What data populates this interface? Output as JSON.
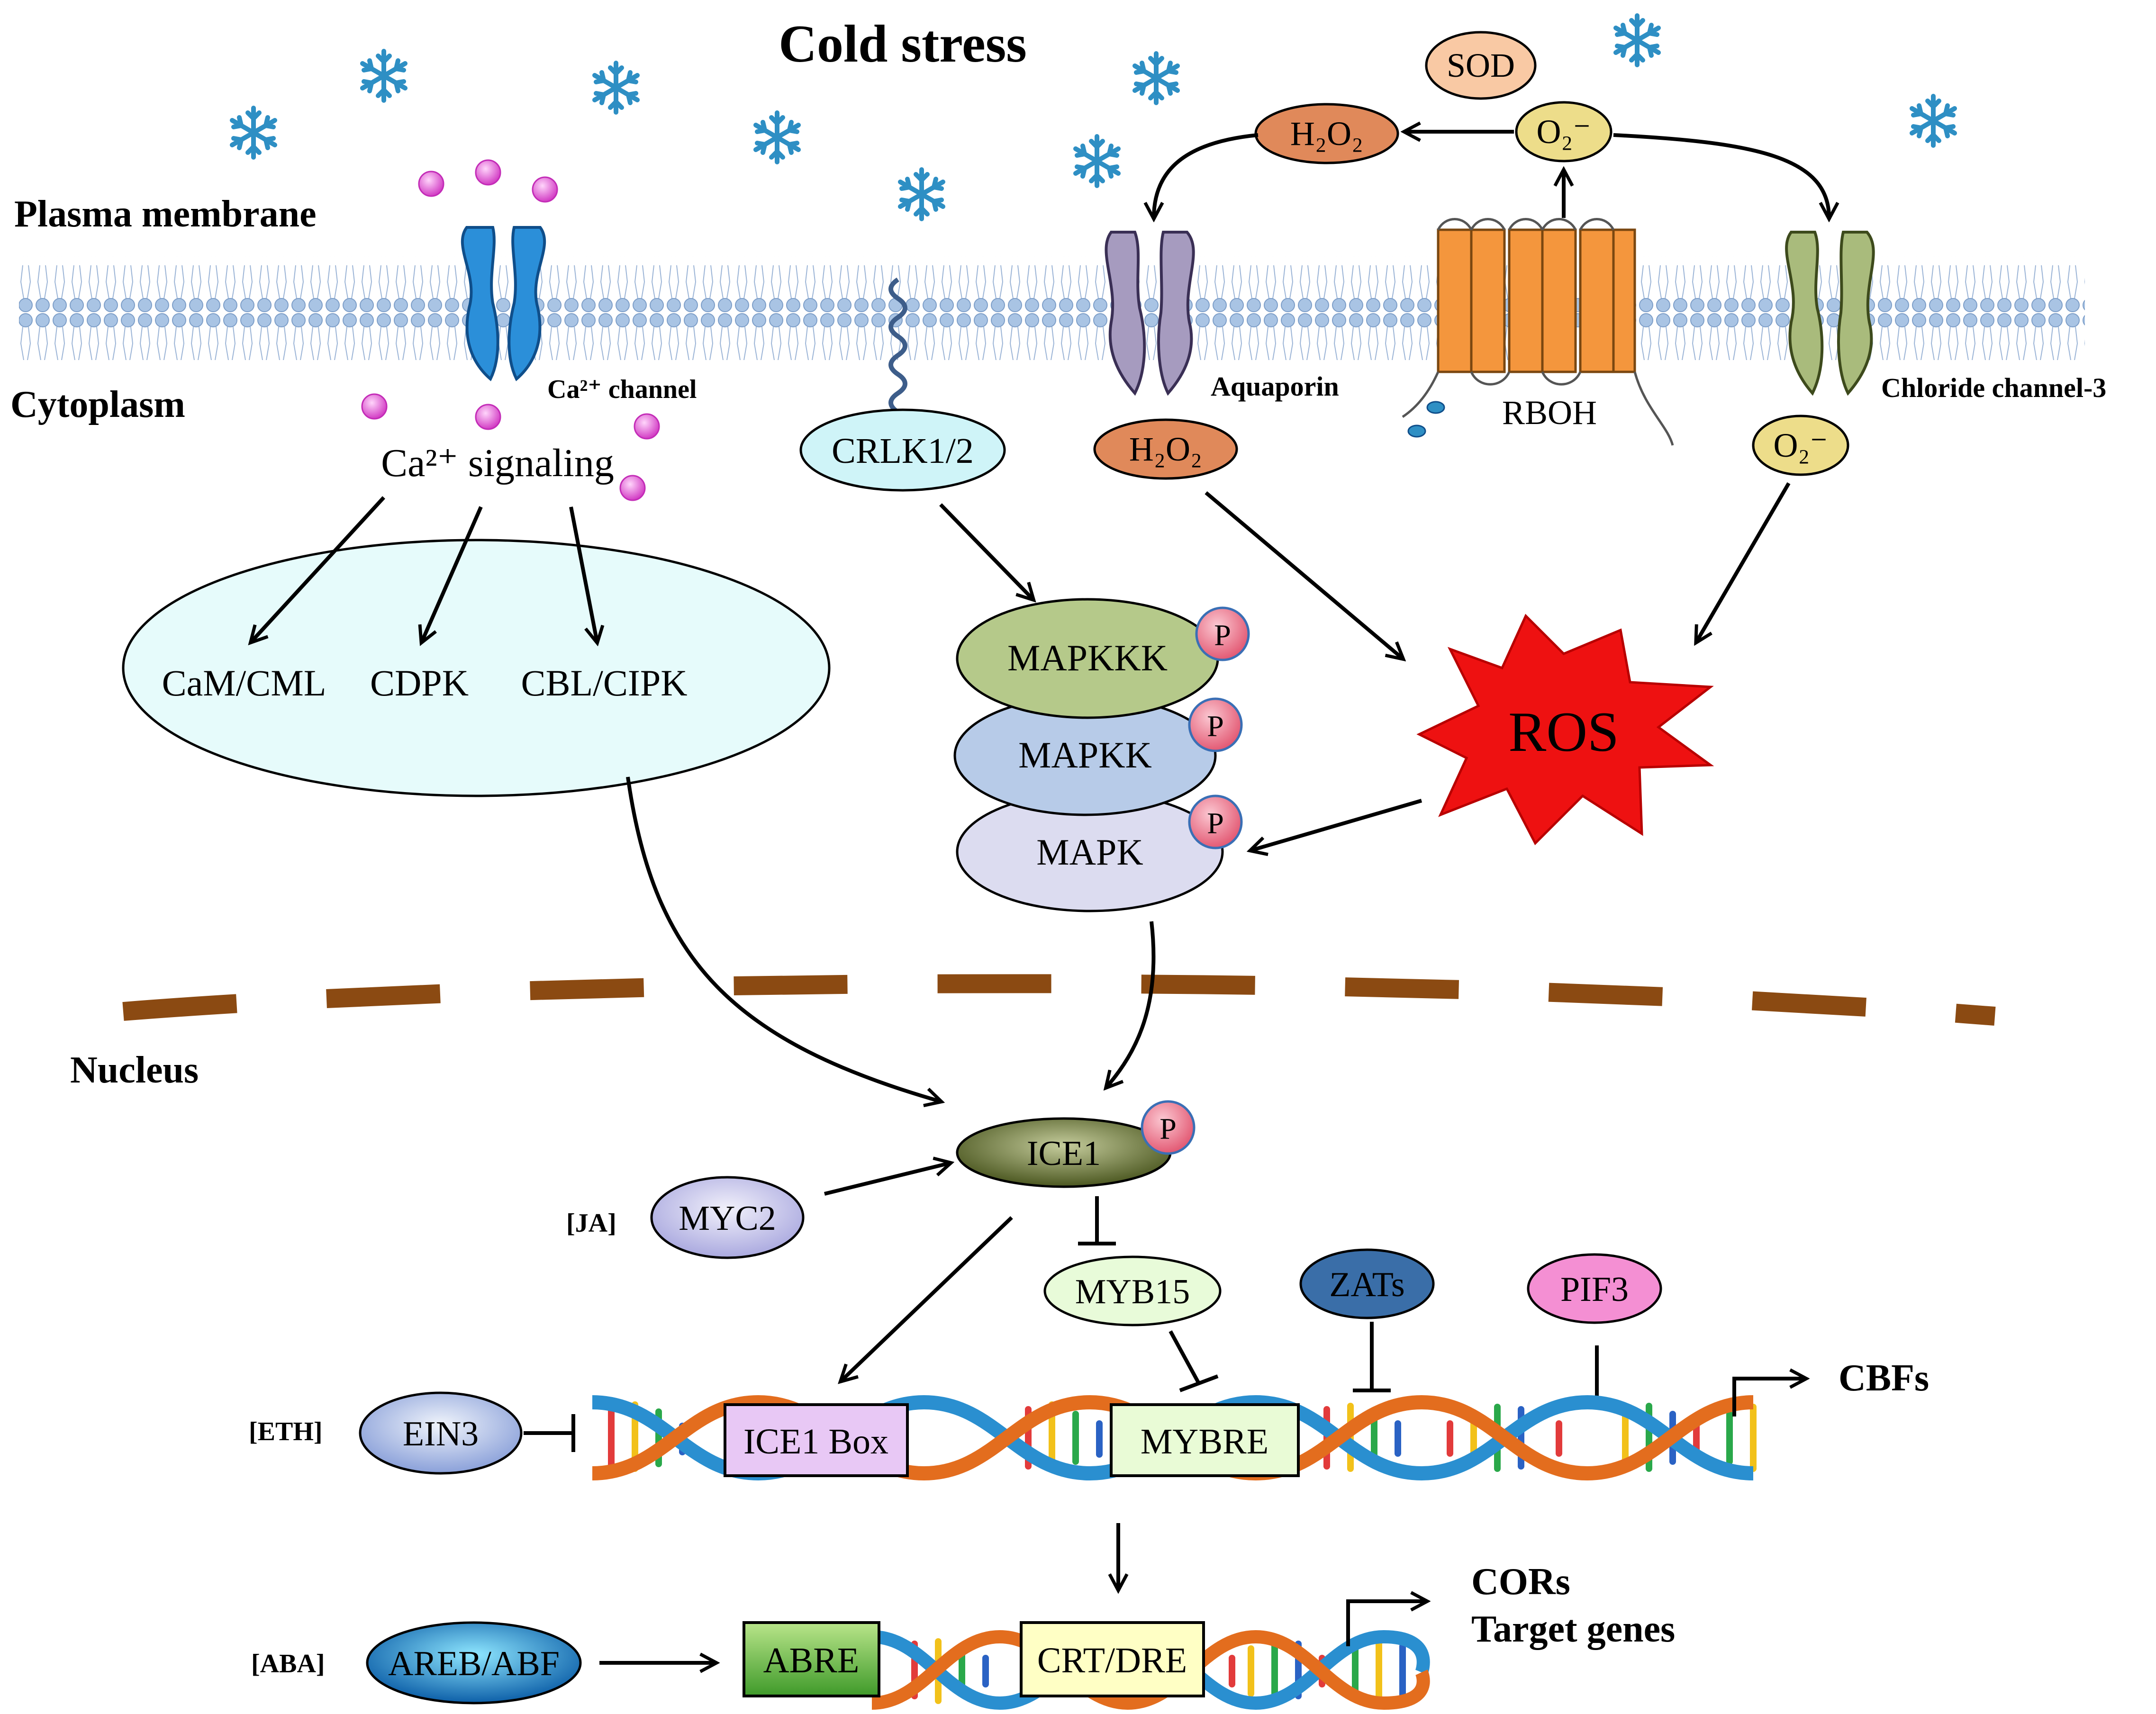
{
  "title": "Cold stress",
  "regions": {
    "plasma_membrane": "Plasma membrane",
    "cytoplasm": "Cytoplasm",
    "nucleus": "Nucleus"
  },
  "channels": {
    "ca_channel": "Ca²⁺ channel",
    "aquaporin": "Aquaporin",
    "chloride_channel": "Chloride channel-3",
    "rboh": "RBOH",
    "crlk": "CRLK1/2"
  },
  "ros_species": {
    "sod": "SOD",
    "h2o2": "H₂O₂",
    "o2": "O₂⁻",
    "ros": "ROS"
  },
  "calcium": {
    "signaling": "Ca²⁺ signaling",
    "sensors": [
      "CaM/CML",
      "CDPK",
      "CBL/CIPK"
    ]
  },
  "mapk_cascade": [
    "MAPKKK",
    "MAPKK",
    "MAPK"
  ],
  "phospho": "P",
  "nuclear": {
    "ice1": "ICE1",
    "myc2": "MYC2",
    "myb15": "MYB15",
    "zats": "ZATs",
    "pif3": "PIF3",
    "ein3": "EIN3",
    "areb": "AREB/ABF"
  },
  "hormones": {
    "ja": "[JA]",
    "eth": "[ETH]",
    "aba": "[ABA]"
  },
  "promoter_boxes": {
    "ice1_box": "ICE1 Box",
    "mybre": "MYBRE",
    "abre": "ABRE",
    "crt_dre": "CRT/DRE"
  },
  "outputs": {
    "cbfs": "CBFs",
    "cors": "CORs",
    "target_genes": "Target genes"
  },
  "colors": {
    "membrane": "#a9c4e4",
    "nuclear_envelope": "#8b4a12",
    "snowflake": "#2e8fc4",
    "calcium_ion": "#e64fd8",
    "ros_star": "#ee1111",
    "ca_sensor_fill": "#e6fbfb",
    "mapkkk": "#b5c98a",
    "mapkk": "#b7cbe8",
    "mapk": "#dcdcf0",
    "ice1": "#5d6a34",
    "phospho": "#f07a8e"
  }
}
